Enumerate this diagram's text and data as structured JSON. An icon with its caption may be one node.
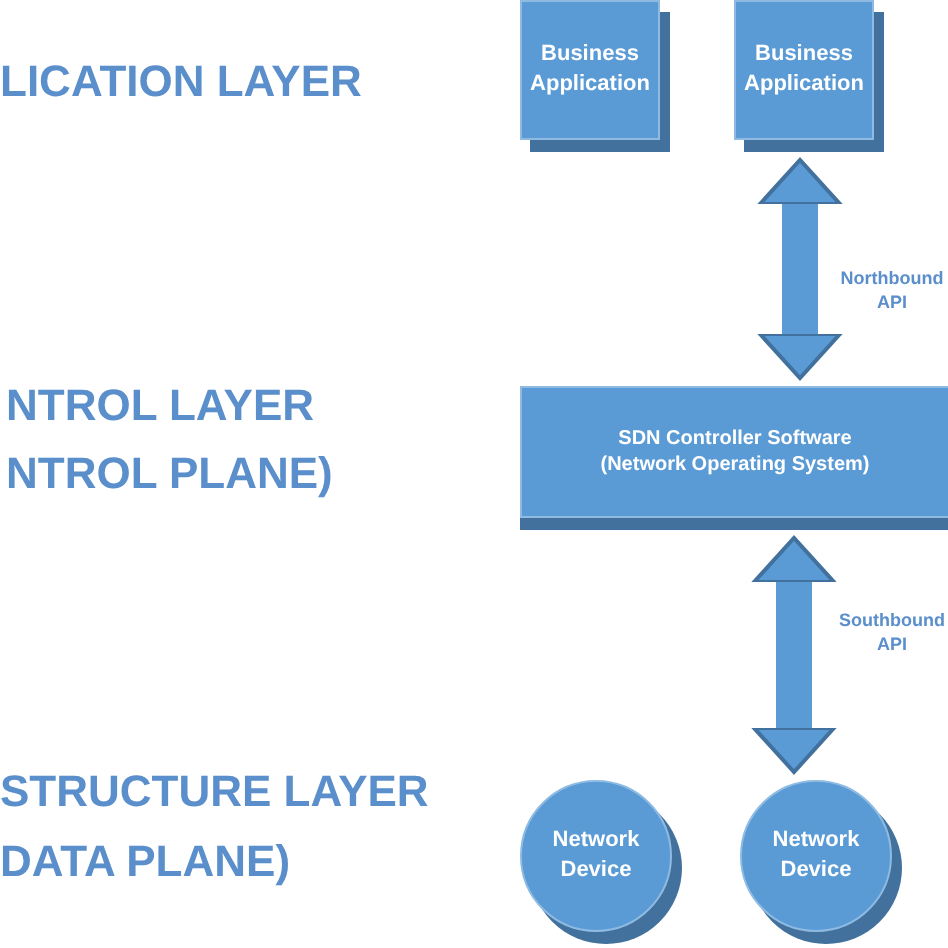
{
  "diagram": {
    "nodes": [
      {
        "text": [
          "Business Application"
        ]
      },
      {
        "text": [
          "Business Application"
        ]
      },
      {
        "text": [
          "SDN Controller Software (Network Operating System)"
        ]
      },
      {
        "text": [
          "Network Device"
        ]
      },
      {
        "text": [
          "Network Device"
        ]
      }
    ],
    "edges": [
      {
        "from": 1,
        "to": 2,
        "arrow": "both",
        "label": "Northbound API"
      },
      {
        "from": 2,
        "to": 4,
        "arrow": "both",
        "label": "Southbound API"
      }
    ],
    "labels": [
      "LICATION LAYER",
      "NTROL LAYER",
      "NTROL PLANE)",
      "STRUCTURE LAYER",
      "DATA PLANE)"
    ]
  }
}
